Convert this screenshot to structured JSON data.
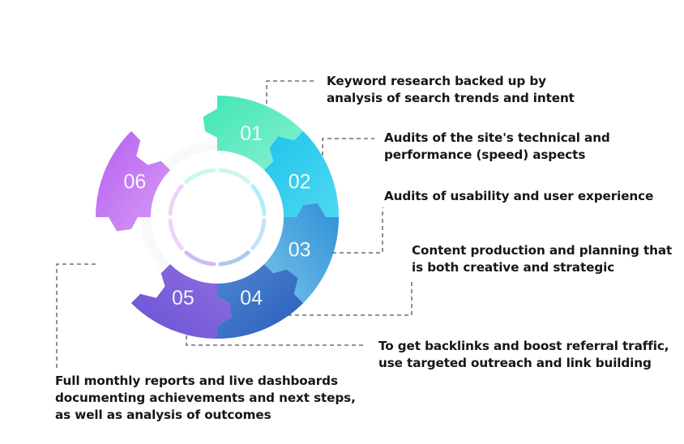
{
  "diagram": {
    "segments": [
      {
        "number": "01",
        "text": [
          "Keyword research backed up by",
          "analysis of search trends and intent"
        ],
        "color_start": "#3fe6b4",
        "color_end": "#89f0d3"
      },
      {
        "number": "02",
        "text": [
          "Audits of the site's technical and",
          "performance (speed) aspects"
        ],
        "color_start": "#1fc4ea",
        "color_end": "#4fd8f2"
      },
      {
        "number": "03",
        "text": [
          "Audits of usability and user experience"
        ],
        "color_start": "#2f8fd6",
        "color_end": "#76c3ea"
      },
      {
        "number": "04",
        "text": [
          "Content production and planning that",
          "is both creative and strategic"
        ],
        "color_start": "#2a5dbb",
        "color_end": "#4d86d0"
      },
      {
        "number": "05",
        "text": [
          "To get backlinks and boost referral traffic,",
          "use targeted outreach and link building"
        ],
        "color_start": "#6a52d6",
        "color_end": "#8f6ee0"
      },
      {
        "number": "06",
        "text": [
          "Full monthly reports and live dashboards",
          "documenting achievements and next steps,",
          "as well as analysis of outcomes"
        ],
        "color_start": "#b55ff0",
        "color_end": "#d79cf5"
      }
    ],
    "colors": {
      "text": "#16161a",
      "leader_line": "#555555",
      "inner_ring": "#f6f6f7"
    }
  }
}
